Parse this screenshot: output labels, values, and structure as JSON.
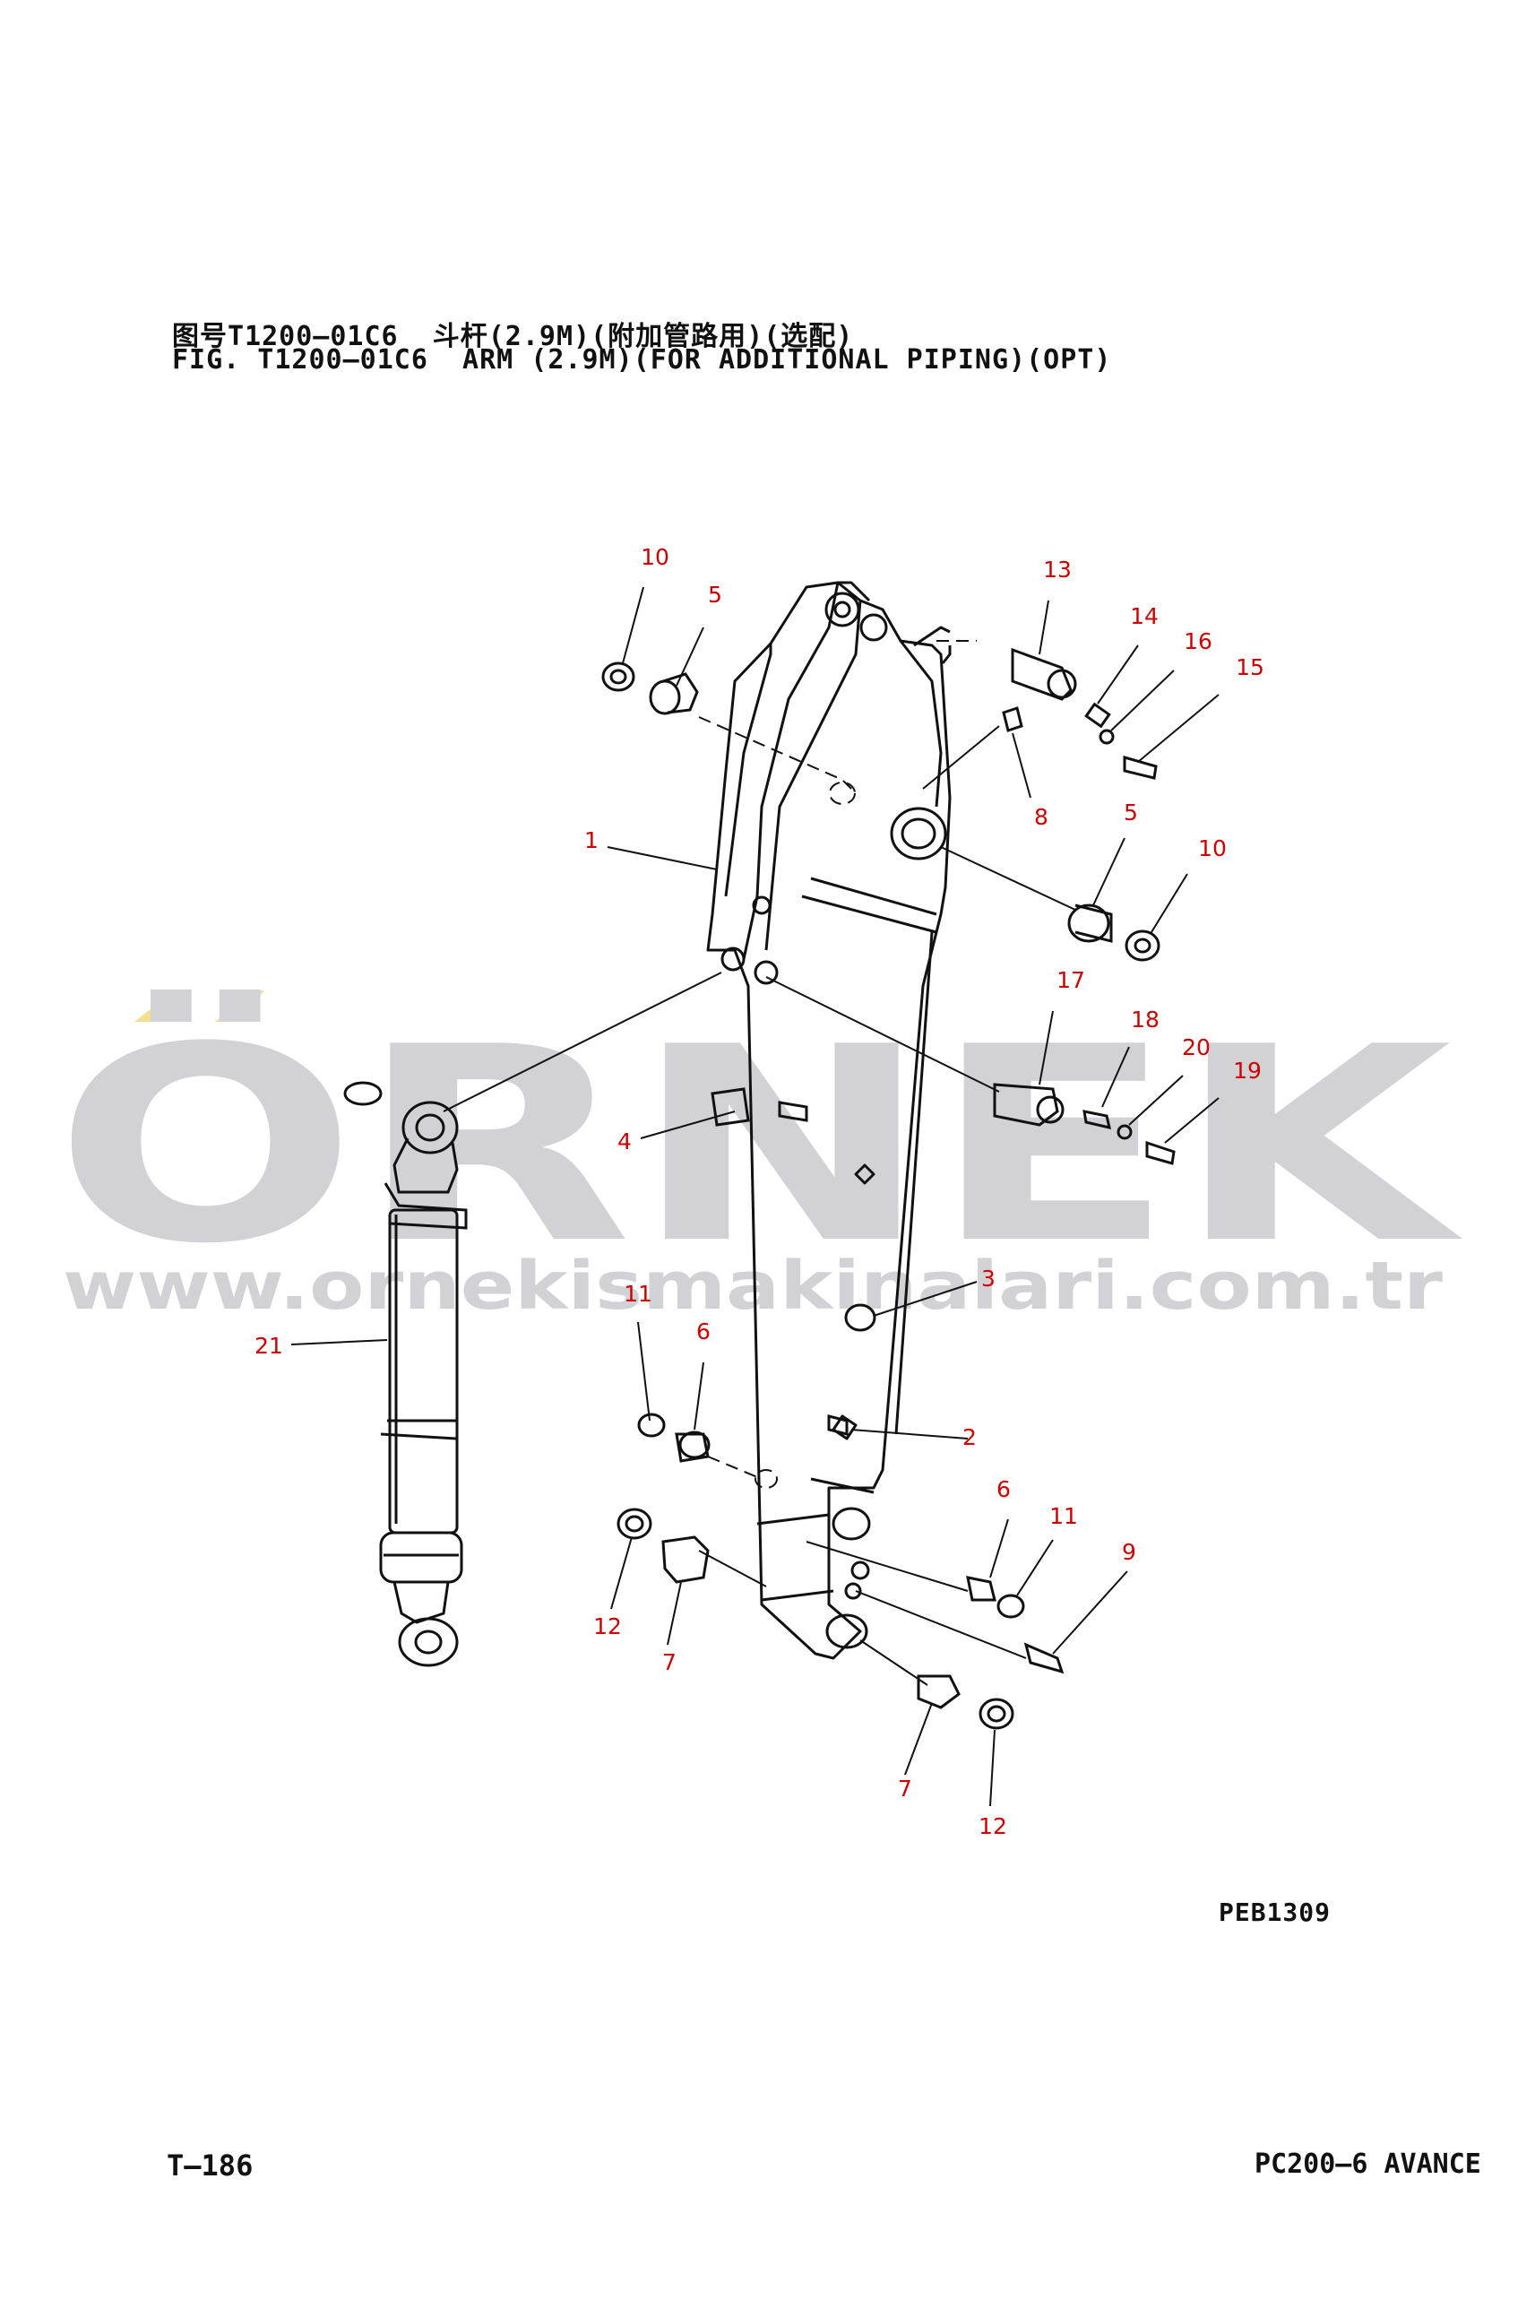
{
  "header": {
    "cn_line": "图号T1200—01C6  斗杆(2.9M)(附加管路用)(选配)",
    "en_line": "FIG. T1200—01C6  ARM (2.9M)(FOR ADDITIONAL PIPING)(OPT)"
  },
  "drawing_code": "PEB1309",
  "footer": {
    "page": "T—186",
    "model": "PC200—6 AVANCE"
  },
  "watermark": {
    "brand": "ÖRNEK",
    "url": "www.ornekismakinalari.com.tr"
  },
  "colors": {
    "callout": "#cc0000",
    "line": "#111111",
    "watermark": "#d2d2d6",
    "accent": "#f6df8c"
  },
  "callouts": [
    {
      "id": "c10a",
      "label": "10"
    },
    {
      "id": "c5a",
      "label": "5"
    },
    {
      "id": "c13",
      "label": "13"
    },
    {
      "id": "c14",
      "label": "14"
    },
    {
      "id": "c16",
      "label": "16"
    },
    {
      "id": "c15",
      "label": "15"
    },
    {
      "id": "c8",
      "label": "8"
    },
    {
      "id": "c1",
      "label": "1"
    },
    {
      "id": "c5b",
      "label": "5"
    },
    {
      "id": "c10b",
      "label": "10"
    },
    {
      "id": "c17",
      "label": "17"
    },
    {
      "id": "c18",
      "label": "18"
    },
    {
      "id": "c20",
      "label": "20"
    },
    {
      "id": "c19",
      "label": "19"
    },
    {
      "id": "c4",
      "label": "4"
    },
    {
      "id": "c3",
      "label": "3"
    },
    {
      "id": "c21",
      "label": "21"
    },
    {
      "id": "c11a",
      "label": "11"
    },
    {
      "id": "c6a",
      "label": "6"
    },
    {
      "id": "c2",
      "label": "2"
    },
    {
      "id": "c6b",
      "label": "6"
    },
    {
      "id": "c11b",
      "label": "11"
    },
    {
      "id": "c9",
      "label": "9"
    },
    {
      "id": "c12a",
      "label": "12"
    },
    {
      "id": "c7a",
      "label": "7"
    },
    {
      "id": "c7b",
      "label": "7"
    },
    {
      "id": "c12b",
      "label": "12"
    }
  ]
}
